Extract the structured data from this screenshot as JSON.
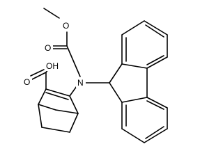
{
  "molecule": {
    "labels": {
      "methoxy_oxygen": "O",
      "carbonyl_oxygen_ester": "O",
      "nitrogen": "N",
      "hydroxyl": "OH",
      "carbonyl_oxygen_acid": "O"
    },
    "colors": {
      "bond": "#000000",
      "background": "#ffffff"
    }
  }
}
